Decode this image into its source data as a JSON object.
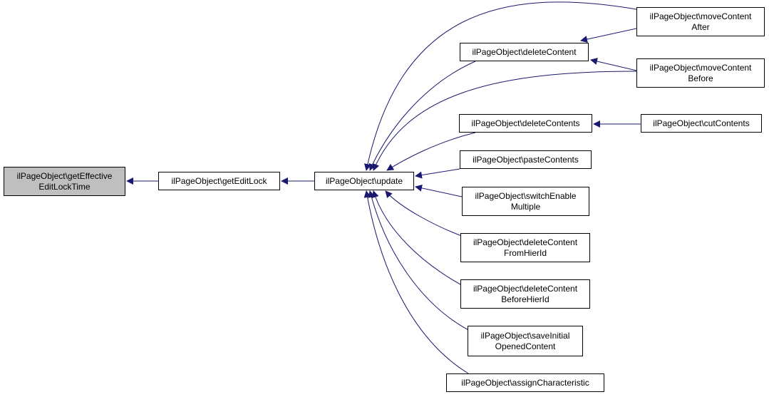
{
  "colors": {
    "edge": "#191970",
    "node_border": "#000000",
    "root_fill": "#bfbfbf",
    "node_fill": "#ffffff",
    "text": "#000000"
  },
  "nodes": {
    "root": "ilPageObject\\getEffective\nEditLockTime",
    "getEditLock": "ilPageObject\\getEditLock",
    "update": "ilPageObject\\update",
    "deleteContent": "ilPageObject\\deleteContent",
    "moveContentAfter": "ilPageObject\\moveContent\nAfter",
    "moveContentBefore": "ilPageObject\\moveContent\nBefore",
    "deleteContents": "ilPageObject\\deleteContents",
    "cutContents": "ilPageObject\\cutContents",
    "pasteContents": "ilPageObject\\pasteContents",
    "switchEnableMultiple": "ilPageObject\\switchEnable\nMultiple",
    "deleteContentFromHierId": "ilPageObject\\deleteContent\nFromHierId",
    "deleteContentBeforeHierId": "ilPageObject\\deleteContent\nBeforeHierId",
    "saveInitialOpenedContent": "ilPageObject\\saveInitial\nOpenedContent",
    "assignCharacteristic": "ilPageObject\\assignCharacteristic"
  },
  "edges": [
    {
      "from": "getEditLock",
      "to": "root"
    },
    {
      "from": "update",
      "to": "getEditLock"
    },
    {
      "from": "moveContentAfter",
      "to": "update"
    },
    {
      "from": "moveContentAfter",
      "to": "deleteContent"
    },
    {
      "from": "deleteContent",
      "to": "update"
    },
    {
      "from": "moveContentBefore",
      "to": "deleteContent"
    },
    {
      "from": "moveContentBefore",
      "to": "update"
    },
    {
      "from": "deleteContents",
      "to": "update"
    },
    {
      "from": "cutContents",
      "to": "deleteContents"
    },
    {
      "from": "pasteContents",
      "to": "update"
    },
    {
      "from": "switchEnableMultiple",
      "to": "update"
    },
    {
      "from": "deleteContentFromHierId",
      "to": "update"
    },
    {
      "from": "deleteContentBeforeHierId",
      "to": "update"
    },
    {
      "from": "saveInitialOpenedContent",
      "to": "update"
    },
    {
      "from": "assignCharacteristic",
      "to": "update"
    }
  ]
}
